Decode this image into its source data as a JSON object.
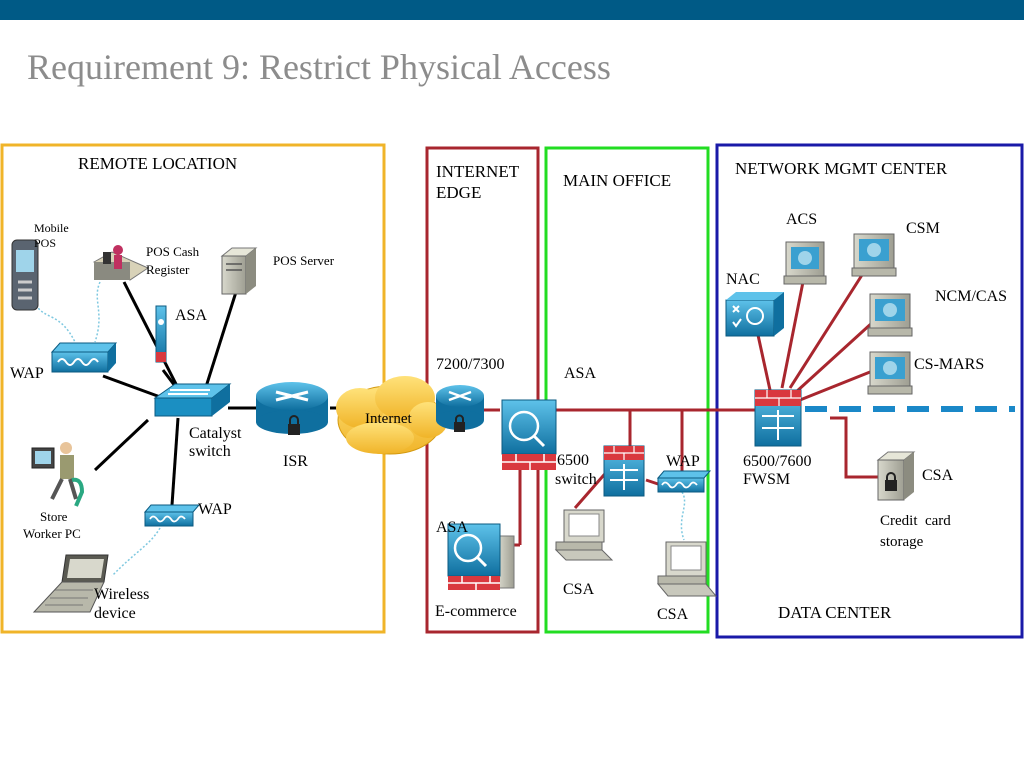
{
  "title": "Requirement 9: Restrict Physical Access",
  "colors": {
    "top_bar": "#005a86",
    "title": "#8c8c8c",
    "remote_zone": "#f0b429",
    "edge_zone": "#a8262e",
    "main_zone": "#22dd22",
    "nmc_zone": "#1a1aa8",
    "links_black": "#000000",
    "links_red": "#a8262e",
    "dashed_link": "#1a88c8",
    "device_blue": "#1b8fc2"
  },
  "zones": {
    "remote": "REMOTE LOCATION",
    "edge_line1": "INTERNET",
    "edge_line2": "EDGE",
    "main": "MAIN OFFICE",
    "nmc": "NETWORK MGMT CENTER",
    "dc": "DATA CENTER"
  },
  "labels": {
    "mobile_pos_1": "Mobile",
    "mobile_pos_2": "POS",
    "pos_cash_1": "POS Cash",
    "pos_cash_2": "Register",
    "pos_server": "POS Server",
    "asa_remote": "ASA",
    "wap_left": "WAP",
    "catalyst_1": "Catalyst",
    "catalyst_2": "switch",
    "isr": "ISR",
    "store_pc_1": "Store",
    "store_pc_2": "Worker PC",
    "wap_bottom": "WAP",
    "wireless_1": "Wireless",
    "wireless_2": "device",
    "internet": "Internet",
    "router_7200": "7200/7300",
    "asa_edge": "ASA",
    "ecommerce": "E-commerce",
    "asa_main": "ASA",
    "switch_6500_1": "6500",
    "switch_6500_2": "switch",
    "wap_main": "WAP",
    "csa_main_1": "CSA",
    "csa_main_2": "CSA",
    "acs": "ACS",
    "csm": "CSM",
    "nac": "NAC",
    "ncm_cas": "NCM/CAS",
    "cs_mars": "CS-MARS",
    "fwsm_1": "6500/7600",
    "fwsm_2": "FWSM",
    "csa_dc": "CSA",
    "credit_1": "Credit  card",
    "credit_2": "storage"
  },
  "icons": {
    "mobile": "mobile-pos-icon",
    "cash": "pos-cash-register-icon",
    "server": "pos-server-icon",
    "asa": "asa-firewall-icon",
    "wap": "wireless-access-point-icon",
    "switch": "catalyst-switch-icon",
    "router": "router-icon",
    "cloud": "internet-cloud-icon",
    "pc": "workstation-icon",
    "laptop": "laptop-icon",
    "lock": "lock-icon"
  }
}
